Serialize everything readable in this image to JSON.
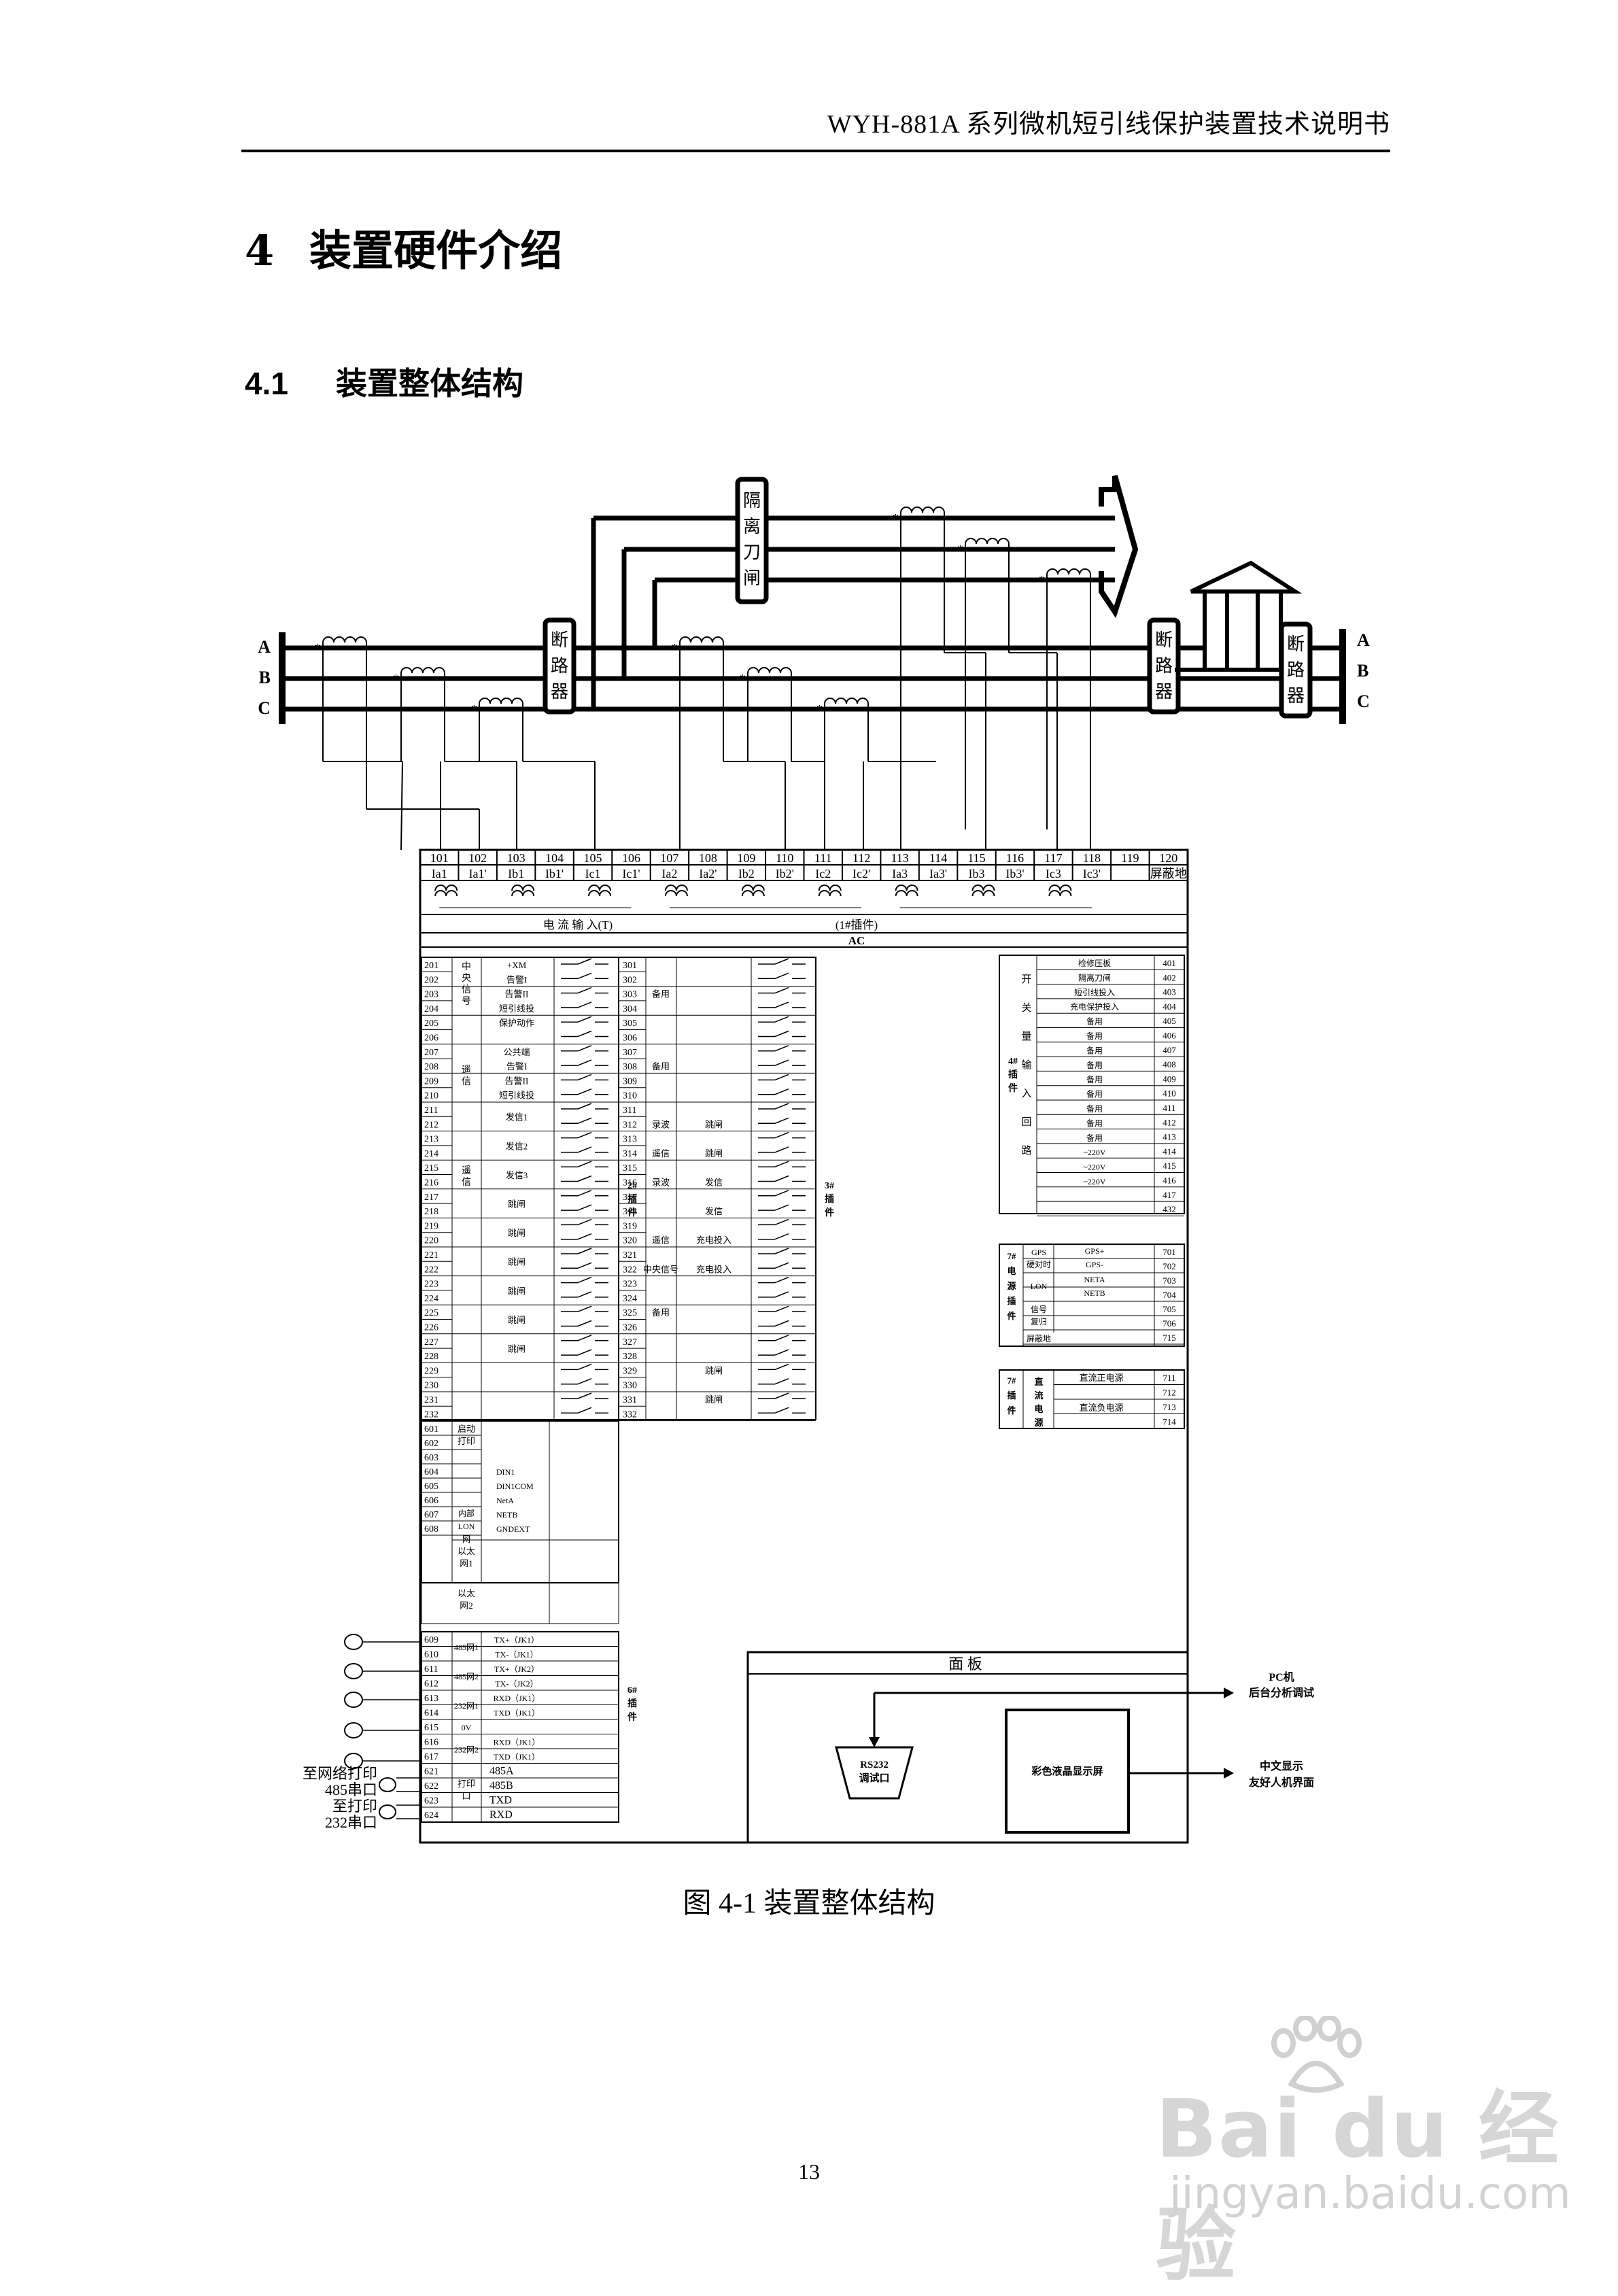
{
  "header": {
    "title": "WYH-881A 系列微机短引线保护装置技术说明书"
  },
  "section": {
    "number": "4",
    "title": "装置硬件介绍"
  },
  "subsection": {
    "number": "4.1",
    "title": "装置整体结构"
  },
  "figure": {
    "caption": "图 4-1 装置整体结构"
  },
  "page_number": "13",
  "watermark": {
    "brand": "Bai du 经验",
    "url": "jingyan.baidu.com"
  },
  "primary": {
    "phase_left": [
      "A",
      "B",
      "C"
    ],
    "phase_right": [
      "A",
      "B",
      "C"
    ],
    "breaker_label": [
      "断",
      "路",
      "器"
    ],
    "isolator_label": [
      "隔",
      "离",
      "刀",
      "闸"
    ]
  },
  "terminals": {
    "numbers": [
      "101",
      "102",
      "103",
      "104",
      "105",
      "106",
      "107",
      "108",
      "109",
      "110",
      "111",
      "112",
      "113",
      "114",
      "115",
      "116",
      "117",
      "118",
      "119",
      "120"
    ],
    "names": [
      "Ia1",
      "Ia1'",
      "Ib1",
      "Ib1'",
      "Ic1",
      "Ic1'",
      "Ia2",
      "Ia2'",
      "Ib2",
      "Ib2'",
      "Ic2",
      "Ic2'",
      "Ia3",
      "Ia3'",
      "Ib3",
      "Ib3'",
      "Ic3",
      "Ic3'",
      "",
      "屏蔽地"
    ],
    "row_current_input": "电 流 输 入(T)",
    "row_plugin": "(1#插件)",
    "row_ac": "AC"
  },
  "plugin2": {
    "label": "2#插件",
    "rows": [
      "201",
      "202",
      "203",
      "204",
      "205",
      "206",
      "207",
      "208",
      "209",
      "210",
      "211",
      "212",
      "213",
      "214",
      "215",
      "216",
      "217",
      "218",
      "219",
      "220",
      "221",
      "222",
      "223",
      "224",
      "225",
      "226",
      "227",
      "228",
      "229",
      "230",
      "231",
      "232"
    ],
    "groups": [
      {
        "label": "中央信号",
        "signals": [
          "+XM",
          "告警I",
          "告警II",
          "短引线投",
          "保护动作"
        ]
      },
      {
        "label": "遥信",
        "signals": [
          "公共端",
          "告警I",
          "告警II",
          "短引线投"
        ]
      },
      {
        "label": "",
        "signals": [
          "发信1"
        ]
      },
      {
        "label": "",
        "signals": [
          "发信2"
        ]
      },
      {
        "label": "遥信",
        "signals": [
          "发信3"
        ]
      },
      {
        "label": "",
        "signals": [
          "跳闸"
        ]
      },
      {
        "label": "",
        "signals": [
          "跳闸"
        ]
      },
      {
        "label": "",
        "signals": [
          "跳闸"
        ]
      },
      {
        "label": "",
        "signals": [
          "跳闸"
        ]
      },
      {
        "label": "",
        "signals": [
          "跳闸"
        ]
      },
      {
        "label": "",
        "signals": [
          "跳闸"
        ]
      }
    ]
  },
  "plugin3": {
    "label": "3#插件",
    "rows": [
      "301",
      "302",
      "303",
      "304",
      "305",
      "306",
      "307",
      "308",
      "309",
      "310",
      "311",
      "312",
      "313",
      "314",
      "315",
      "316",
      "317",
      "318",
      "319",
      "320",
      "321",
      "322",
      "323",
      "324",
      "325",
      "326",
      "327",
      "328",
      "329",
      "330",
      "331",
      "332"
    ],
    "texts": [
      "备用",
      "备用",
      "录波",
      "跳闸",
      "遥信",
      "跳闸",
      "录波",
      "发信",
      "发信",
      "遥信",
      "充电投入",
      "中央信号",
      "充电投入",
      "备用",
      "跳闸",
      "跳闸"
    ]
  },
  "plugin6": {
    "label": "6#插件",
    "rows_a": [
      "601",
      "602",
      "603",
      "604",
      "605",
      "606",
      "607",
      "608"
    ],
    "texts_a": [
      "启动打印",
      "DIN1",
      "DIN1COM",
      "内部LON网",
      "NetA",
      "NETB",
      "GNDEXT",
      "以太网1",
      "以太网2"
    ],
    "rows_b": [
      "609",
      "610",
      "611",
      "612",
      "613",
      "614",
      "615",
      "616",
      "617",
      "621",
      "622",
      "623",
      "624"
    ],
    "texts_b": [
      "485网1",
      "TX+（JK1）",
      "TX-（JK1）",
      "485网2",
      "TX+（JK2）",
      "TX-（JK2）",
      "232网1",
      "RXD（JK1）",
      "TXD（JK1）",
      "0V",
      "232网2",
      "RXD（JK1）",
      "TXD（JK1）",
      "打印口",
      "485A",
      "485B",
      "TXD",
      "RXD"
    ],
    "ext_labels": [
      "至网络打印",
      "485串口",
      "至打印",
      "232串口"
    ]
  },
  "plugin4": {
    "label": "4#插件",
    "side": "开关量输入回路",
    "items": [
      "检修压板",
      "隔离刀闸",
      "短引线投入",
      "充电保护投入",
      "备用",
      "备用",
      "备用",
      "备用",
      "备用",
      "备用",
      "备用",
      "备用",
      "备用",
      "~220V",
      "~220V",
      "~220V"
    ],
    "nums": [
      "401",
      "402",
      "403",
      "404",
      "405",
      "406",
      "407",
      "408",
      "409",
      "410",
      "411",
      "412",
      "413",
      "414",
      "415",
      "416",
      "417",
      "432"
    ]
  },
  "plugin7a": {
    "label": "7#电源插件",
    "items": [
      "GPS硬对时",
      "GPS+",
      "GPS-",
      "LON",
      "NETA",
      "NETB",
      "信号复归",
      "屏蔽地"
    ],
    "nums": [
      "701",
      "702",
      "703",
      "704",
      "705",
      "706",
      "715"
    ]
  },
  "plugin7b": {
    "label": "7#插件",
    "side": "直流电源",
    "items": [
      "直流正电源",
      "直流负电源"
    ],
    "nums": [
      "711",
      "712",
      "713",
      "714"
    ]
  },
  "panel": {
    "title": "面 板",
    "rs232": "RS232调试口",
    "lcd": "彩色液晶显示屏",
    "out1_a": "PC机",
    "out1_b": "后台分析调试",
    "out2_a": "中文显示",
    "out2_b": "友好人机界面"
  }
}
